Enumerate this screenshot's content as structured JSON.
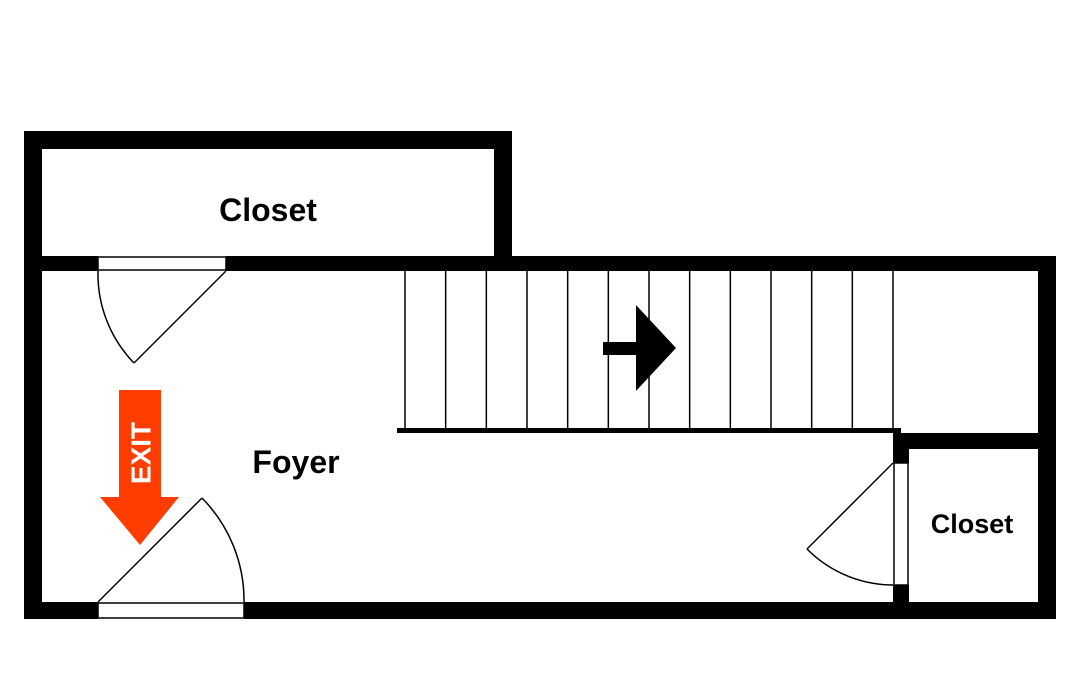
{
  "rooms": {
    "top_closet": "Closet",
    "foyer": "Foyer",
    "right_closet": "Closet"
  },
  "exit_sign": {
    "label": "EXIT",
    "color": "#ff3d00"
  },
  "stairs": {
    "tread_count": 12,
    "direction": "right"
  },
  "colors": {
    "wall": "#000000",
    "background": "#ffffff"
  }
}
